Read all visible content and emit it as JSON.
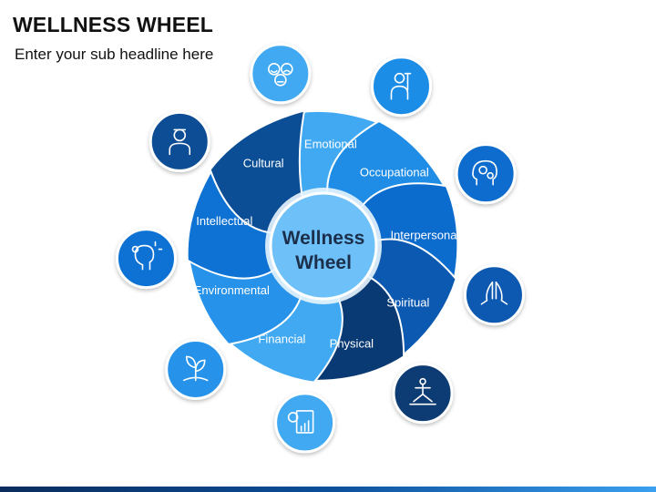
{
  "header": {
    "title": "WELLNESS WHEEL",
    "subtitle": "Enter your sub headline here"
  },
  "center": {
    "line1": "Wellness",
    "line2": "Wheel"
  },
  "segments": [
    {
      "label": "Emotional",
      "color": "#41a9f2",
      "icon": "faces-icon"
    },
    {
      "label": "Occupational",
      "color": "#1f8de6",
      "icon": "worker-icon"
    },
    {
      "label": "Interpersonal",
      "color": "#0c6ccd",
      "icon": "head-gears-icon"
    },
    {
      "label": "Spiritual",
      "color": "#0b59b0",
      "icon": "praying-hands-icon"
    },
    {
      "label": "Physical",
      "color": "#0a3a73",
      "icon": "yoga-icon"
    },
    {
      "label": "Financial",
      "color": "#41a9f2",
      "icon": "report-icon"
    },
    {
      "label": "Environmental",
      "color": "#2792ea",
      "icon": "plant-icon"
    },
    {
      "label": "Intellectual",
      "color": "#0d72d4",
      "icon": "idea-head-icon"
    },
    {
      "label": "Cultural",
      "color": "#0b4e95",
      "icon": "person-icon"
    }
  ],
  "colors": {
    "center_fill": "#6ec1f8",
    "center_ring": "#ffffff"
  }
}
